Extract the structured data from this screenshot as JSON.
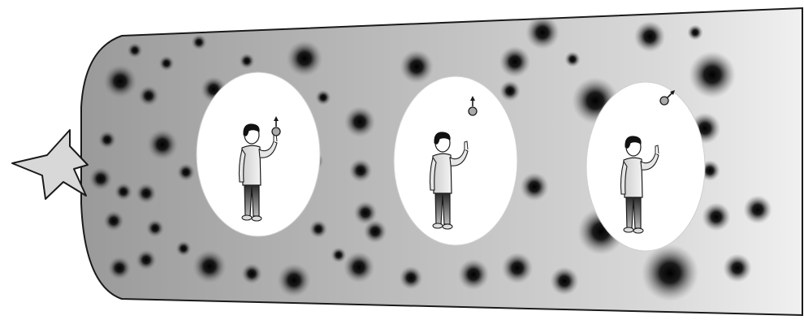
{
  "figure": {
    "colors": {
      "background": "#ffffff",
      "tube_light": "#f2f2f2",
      "tube_mid": "#cfcfcf",
      "tube_dark": "#9a9a9a",
      "outline": "#1a1a1a",
      "bubble": "#ffffff",
      "particle_core": "#111111",
      "burst_fill": "#d8d8d8"
    },
    "icons": {
      "burst": "explosion-star-icon",
      "observer": "person-pointing-icon",
      "ball": "thrown-ball-icon",
      "particle": "dark-particle-icon"
    },
    "scenes": [
      {
        "id": "bubble-1",
        "ball_state": "ball-just-released"
      },
      {
        "id": "bubble-2",
        "ball_state": "ball-rising"
      },
      {
        "id": "bubble-3",
        "ball_state": "ball-moving-diagonally"
      }
    ]
  }
}
